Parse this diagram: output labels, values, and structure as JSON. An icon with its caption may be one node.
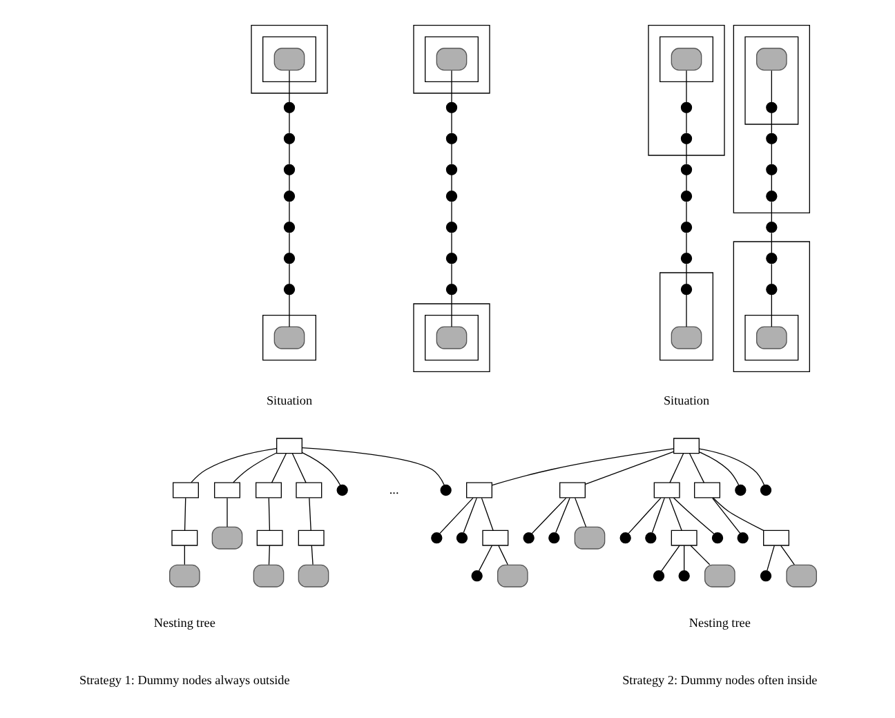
{
  "diagram": {
    "nodes": [
      {
        "text": [],
        "shape": "box"
      },
      {
        "text": [],
        "shape": "box",
        "in": 0
      },
      {
        "text": [],
        "shape": "ellipse",
        "in": 1
      },
      {
        "text": [],
        "shape": "box"
      },
      {
        "text": [],
        "shape": "box",
        "in": 3
      },
      {
        "text": [],
        "shape": "ellipse",
        "in": 4
      },
      {
        "text": [],
        "shape": "circle"
      },
      {
        "text": [],
        "shape": "circle"
      },
      {
        "text": [],
        "shape": "circle"
      },
      {
        "text": [],
        "shape": "circle"
      },
      {
        "text": [],
        "shape": "circle"
      },
      {
        "text": [],
        "shape": "circle"
      },
      {
        "text": [],
        "shape": "circle"
      },
      {
        "text": [],
        "shape": "circle"
      },
      {
        "text": [],
        "shape": "circle"
      },
      {
        "text": [],
        "shape": "circle"
      },
      {
        "text": [],
        "shape": "circle"
      },
      {
        "text": [],
        "shape": "circle"
      },
      {
        "text": [],
        "shape": "circle"
      },
      {
        "text": [],
        "shape": "circle"
      },
      {
        "text": [],
        "shape": "box"
      },
      {
        "text": [],
        "shape": "ellipse",
        "in": 20
      },
      {
        "text": [],
        "shape": "box"
      },
      {
        "text": [],
        "shape": "box",
        "in": 22
      },
      {
        "text": [],
        "shape": "ellipse",
        "in": 23
      },
      {
        "text": [],
        "shape": "box"
      },
      {
        "text": [],
        "shape": "box",
        "in": 25
      },
      {
        "text": [],
        "shape": "ellipse",
        "in": 26
      },
      {
        "text": [],
        "shape": "circle",
        "in": 25
      },
      {
        "text": [],
        "shape": "circle",
        "in": 25
      },
      {
        "text": [],
        "shape": "box"
      },
      {
        "text": [],
        "shape": "box",
        "in": 30
      },
      {
        "text": [],
        "shape": "ellipse",
        "in": 31
      },
      {
        "text": [],
        "shape": "circle",
        "in": 31
      },
      {
        "text": [],
        "shape": "circle",
        "in": 30
      },
      {
        "text": [],
        "shape": "circle",
        "in": 30
      },
      {
        "text": [],
        "shape": "circle",
        "in": 30
      },
      {
        "text": [],
        "shape": "circle"
      },
      {
        "text": [],
        "shape": "circle"
      },
      {
        "text": [],
        "shape": "circle"
      },
      {
        "text": [],
        "shape": "circle"
      },
      {
        "text": [],
        "shape": "box"
      },
      {
        "text": [],
        "shape": "circle"
      },
      {
        "text": [],
        "shape": "circle",
        "in": 41
      },
      {
        "text": [],
        "shape": "ellipse",
        "in": 41
      },
      {
        "text": [],
        "shape": "box"
      },
      {
        "text": [],
        "shape": "circle",
        "in": 45
      },
      {
        "text": [],
        "shape": "box",
        "in": 45
      },
      {
        "text": [],
        "shape": "circle",
        "in": 45
      },
      {
        "text": [],
        "shape": "ellipse",
        "in": 47
      },
      {
        "text": [],
        "shape": "box"
      },
      {
        "text": [],
        "shape": "box"
      },
      {
        "text": [],
        "shape": "box"
      },
      {
        "text": [],
        "shape": "box"
      },
      {
        "text": [],
        "shape": "box"
      },
      {
        "text": [],
        "shape": "circle"
      },
      {
        "text": [],
        "shape": "circle"
      },
      {
        "text": [],
        "shape": "box"
      },
      {
        "text": [],
        "shape": "ellipse"
      },
      {
        "text": [],
        "shape": "box"
      },
      {
        "text": [],
        "shape": "box"
      },
      {
        "text": [],
        "shape": "ellipse"
      },
      {
        "text": [],
        "shape": "ellipse"
      },
      {
        "text": [],
        "shape": "ellipse"
      },
      {
        "text": [],
        "shape": "box"
      },
      {
        "text": [],
        "shape": "box"
      },
      {
        "text": [],
        "shape": "box"
      },
      {
        "text": [],
        "shape": "box"
      },
      {
        "text": [],
        "shape": "box"
      },
      {
        "text": [],
        "shape": "circle"
      },
      {
        "text": [],
        "shape": "circle"
      },
      {
        "text": [],
        "shape": "circle"
      },
      {
        "text": [],
        "shape": "circle"
      },
      {
        "text": [],
        "shape": "box"
      },
      {
        "text": [],
        "shape": "circle"
      },
      {
        "text": [],
        "shape": "circle"
      },
      {
        "text": [],
        "shape": "ellipse"
      },
      {
        "text": [],
        "shape": "circle"
      },
      {
        "text": [],
        "shape": "circle"
      },
      {
        "text": [],
        "shape": "box"
      },
      {
        "text": [],
        "shape": "circle"
      },
      {
        "text": [],
        "shape": "circle"
      },
      {
        "text": [],
        "shape": "box"
      },
      {
        "text": [],
        "shape": "circle"
      },
      {
        "text": [],
        "shape": "ellipse"
      },
      {
        "text": [],
        "shape": "circle"
      },
      {
        "text": [],
        "shape": "circle"
      },
      {
        "text": [],
        "shape": "ellipse"
      },
      {
        "text": [],
        "shape": "circle"
      },
      {
        "text": [],
        "shape": "ellipse"
      }
    ],
    "edges": [
      {
        "from": 2,
        "to": 6,
        "arrow": "none"
      },
      {
        "from": 6,
        "to": 7,
        "arrow": "none"
      },
      {
        "from": 7,
        "to": 8,
        "arrow": "none"
      },
      {
        "from": 8,
        "to": 9,
        "arrow": "none"
      },
      {
        "from": 9,
        "to": 10,
        "arrow": "none"
      },
      {
        "from": 10,
        "to": 11,
        "arrow": "none"
      },
      {
        "from": 11,
        "to": 12,
        "arrow": "none"
      },
      {
        "from": 12,
        "to": 21,
        "arrow": "none"
      },
      {
        "from": 5,
        "to": 13,
        "arrow": "none"
      },
      {
        "from": 13,
        "to": 14,
        "arrow": "none"
      },
      {
        "from": 14,
        "to": 15,
        "arrow": "none"
      },
      {
        "from": 15,
        "to": 16,
        "arrow": "none"
      },
      {
        "from": 16,
        "to": 17,
        "arrow": "none"
      },
      {
        "from": 17,
        "to": 18,
        "arrow": "none"
      },
      {
        "from": 18,
        "to": 19,
        "arrow": "none"
      },
      {
        "from": 19,
        "to": 24,
        "arrow": "none"
      },
      {
        "from": 27,
        "to": 28,
        "arrow": "none"
      },
      {
        "from": 28,
        "to": 29,
        "arrow": "none"
      },
      {
        "from": 29,
        "to": 38,
        "arrow": "none"
      },
      {
        "from": 38,
        "to": 39,
        "arrow": "none"
      },
      {
        "from": 39,
        "to": 40,
        "arrow": "none"
      },
      {
        "from": 40,
        "to": 42,
        "arrow": "none"
      },
      {
        "from": 42,
        "to": 43,
        "arrow": "none"
      },
      {
        "from": 43,
        "to": 44,
        "arrow": "none"
      },
      {
        "from": 32,
        "to": 33,
        "arrow": "none"
      },
      {
        "from": 33,
        "to": 34,
        "arrow": "none"
      },
      {
        "from": 34,
        "to": 35,
        "arrow": "none"
      },
      {
        "from": 35,
        "to": 36,
        "arrow": "none"
      },
      {
        "from": 36,
        "to": 37,
        "arrow": "none"
      },
      {
        "from": 37,
        "to": 46,
        "arrow": "none"
      },
      {
        "from": 46,
        "to": 48,
        "arrow": "none"
      },
      {
        "from": 48,
        "to": 49,
        "arrow": "none"
      },
      {
        "from": 50,
        "to": 51,
        "arrow": "none"
      },
      {
        "from": 50,
        "to": 52,
        "arrow": "none"
      },
      {
        "from": 50,
        "to": 53,
        "arrow": "none"
      },
      {
        "from": 50,
        "to": 54,
        "arrow": "none"
      },
      {
        "from": 50,
        "to": 55,
        "arrow": "none"
      },
      {
        "from": 50,
        "to": 56,
        "arrow": "none"
      },
      {
        "from": 51,
        "to": 57,
        "arrow": "none"
      },
      {
        "from": 52,
        "to": 58,
        "arrow": "none"
      },
      {
        "from": 53,
        "to": 59,
        "arrow": "none"
      },
      {
        "from": 54,
        "to": 60,
        "arrow": "none"
      },
      {
        "from": 57,
        "to": 61,
        "arrow": "none"
      },
      {
        "from": 59,
        "to": 62,
        "arrow": "none"
      },
      {
        "from": 60,
        "to": 63,
        "arrow": "none"
      },
      {
        "from": 64,
        "to": 65,
        "arrow": "none"
      },
      {
        "from": 64,
        "to": 66,
        "arrow": "none"
      },
      {
        "from": 64,
        "to": 67,
        "arrow": "none"
      },
      {
        "from": 64,
        "to": 68,
        "arrow": "none"
      },
      {
        "from": 64,
        "to": 69,
        "arrow": "none"
      },
      {
        "from": 64,
        "to": 70,
        "arrow": "none"
      },
      {
        "from": 65,
        "to": 71,
        "arrow": "none"
      },
      {
        "from": 65,
        "to": 72,
        "arrow": "none"
      },
      {
        "from": 65,
        "to": 73,
        "arrow": "none"
      },
      {
        "from": 66,
        "to": 74,
        "arrow": "none"
      },
      {
        "from": 66,
        "to": 75,
        "arrow": "none"
      },
      {
        "from": 66,
        "to": 76,
        "arrow": "none"
      },
      {
        "from": 67,
        "to": 77,
        "arrow": "none"
      },
      {
        "from": 67,
        "to": 78,
        "arrow": "none"
      },
      {
        "from": 67,
        "to": 79,
        "arrow": "none"
      },
      {
        "from": 67,
        "to": 80,
        "arrow": "none"
      },
      {
        "from": 68,
        "to": 81,
        "arrow": "none"
      },
      {
        "from": 68,
        "to": 82,
        "arrow": "none"
      },
      {
        "from": 73,
        "to": 83,
        "arrow": "none"
      },
      {
        "from": 73,
        "to": 84,
        "arrow": "none"
      },
      {
        "from": 79,
        "to": 85,
        "arrow": "none"
      },
      {
        "from": 79,
        "to": 86,
        "arrow": "none"
      },
      {
        "from": 79,
        "to": 87,
        "arrow": "none"
      },
      {
        "from": 82,
        "to": 88,
        "arrow": "none"
      },
      {
        "from": 82,
        "to": 89,
        "arrow": "none"
      }
    ],
    "labels": [
      "Situation",
      "Situation",
      "...",
      "Nesting tree",
      "Nesting tree",
      "Strategy 1: Dummy nodes always outside",
      "Strategy 2: Dummy nodes often inside"
    ]
  }
}
